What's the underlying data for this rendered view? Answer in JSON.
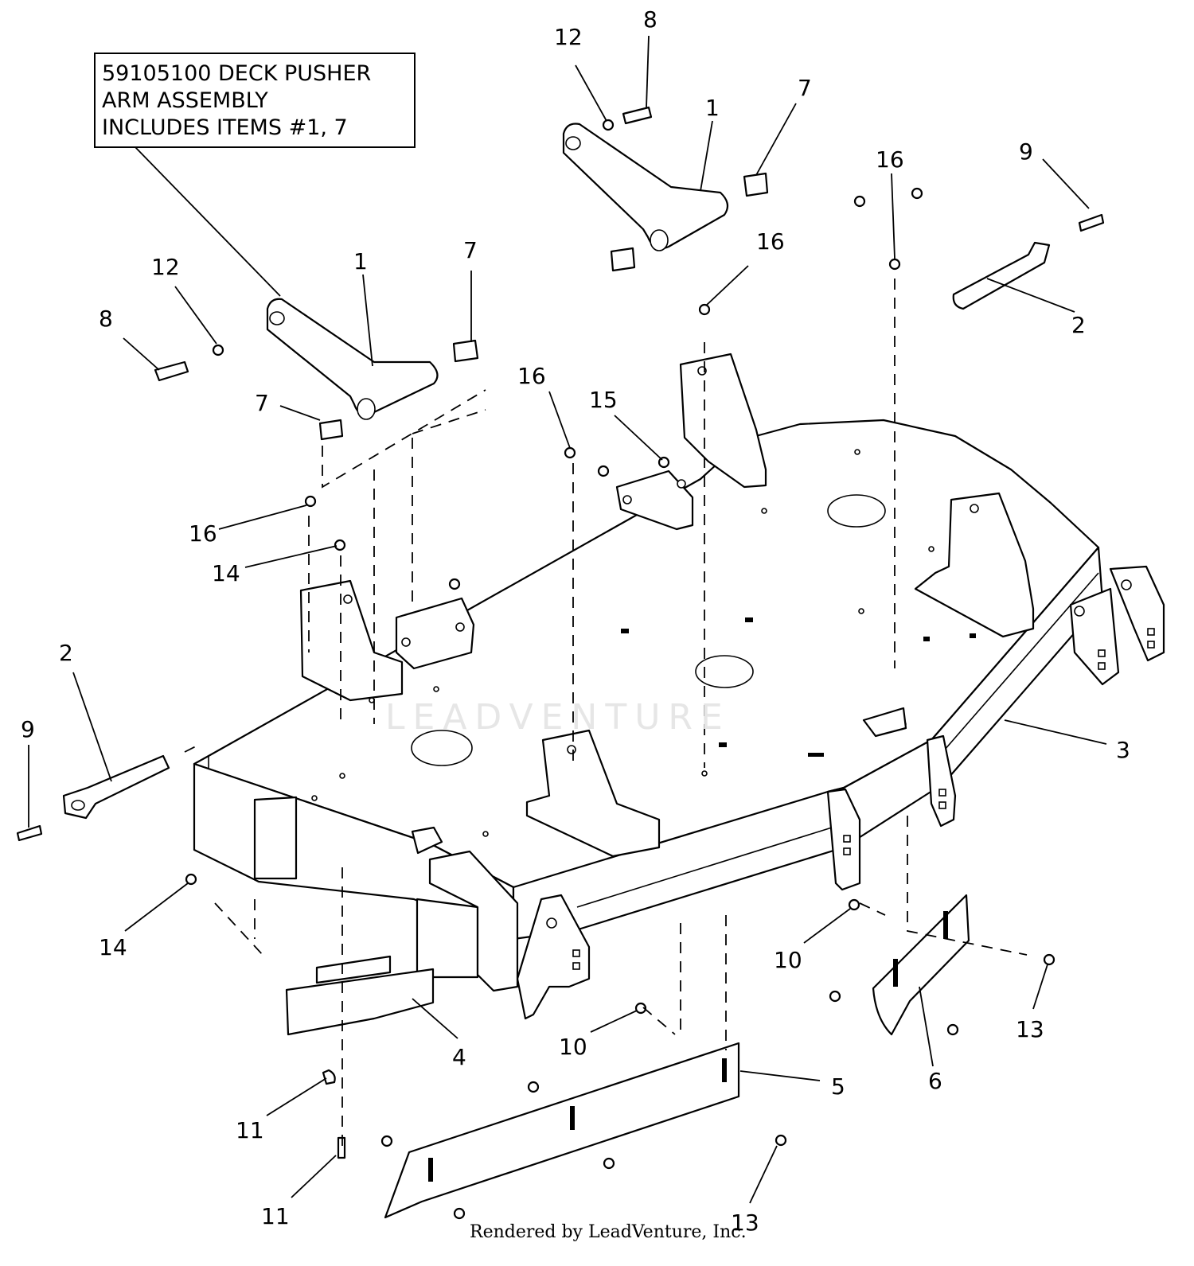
{
  "note": {
    "lines": [
      "59105100 DECK PUSHER",
      "ARM ASSEMBLY",
      "INCLUDES ITEMS #1, 7"
    ]
  },
  "watermark": "LEADVENTURE",
  "credit": "Rendered by LeadVenture, Inc.",
  "callouts": {
    "c1": "12",
    "c2": "8",
    "c3": "1",
    "c4": "7",
    "c5": "16",
    "c6": "9",
    "c7": "2",
    "c8": "16",
    "c9": "12",
    "c10": "1",
    "c11": "7",
    "c12": "8",
    "c13": "7",
    "c14": "16",
    "c15": "15",
    "c16": "16",
    "c17": "14",
    "c18": "2",
    "c19": "9",
    "c20": "3",
    "c21": "14",
    "c22": "10",
    "c23": "13",
    "c24": "4",
    "c25": "10",
    "c26": "5",
    "c27": "6",
    "c28": "11",
    "c29": "11",
    "c30": "13"
  }
}
